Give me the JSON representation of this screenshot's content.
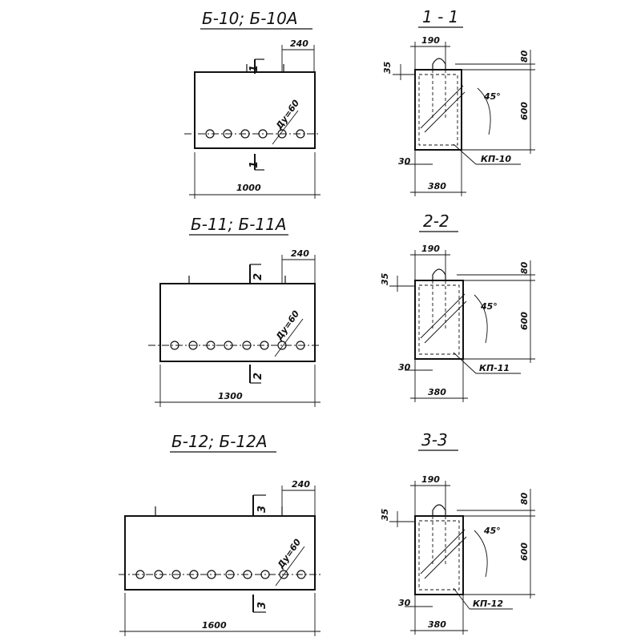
{
  "sheet": {
    "blocks": [
      {
        "title": "Б-10; Б-10А",
        "length_label": "1000",
        "offset_label": "240",
        "hole_label": "Ду=60",
        "cut_mark": "1",
        "section": {
          "title": "1 - 1",
          "width_top": "190",
          "dim_35": "35",
          "dim_80": "80",
          "height": "600",
          "angle": "45°",
          "dim_30": "30",
          "width_bottom": "380",
          "frame_label": "КП-10"
        }
      },
      {
        "title": "Б-11; Б-11А",
        "length_label": "1300",
        "offset_label": "240",
        "hole_label": "Ду=60",
        "cut_mark": "2",
        "section": {
          "title": "2-2",
          "width_top": "190",
          "dim_35": "35",
          "dim_80": "80",
          "height": "600",
          "angle": "45°",
          "dim_30": "30",
          "width_bottom": "380",
          "frame_label": "КП-11"
        }
      },
      {
        "title": "Б-12; Б-12А",
        "length_label": "1600",
        "offset_label": "240",
        "hole_label": "Ду=60",
        "cut_mark": "3",
        "section": {
          "title": "3-3",
          "width_top": "190",
          "dim_35": "35",
          "dim_80": "80",
          "height": "600",
          "angle": "45°",
          "dim_30": "30",
          "width_bottom": "380",
          "frame_label": "КП-12"
        }
      }
    ]
  }
}
